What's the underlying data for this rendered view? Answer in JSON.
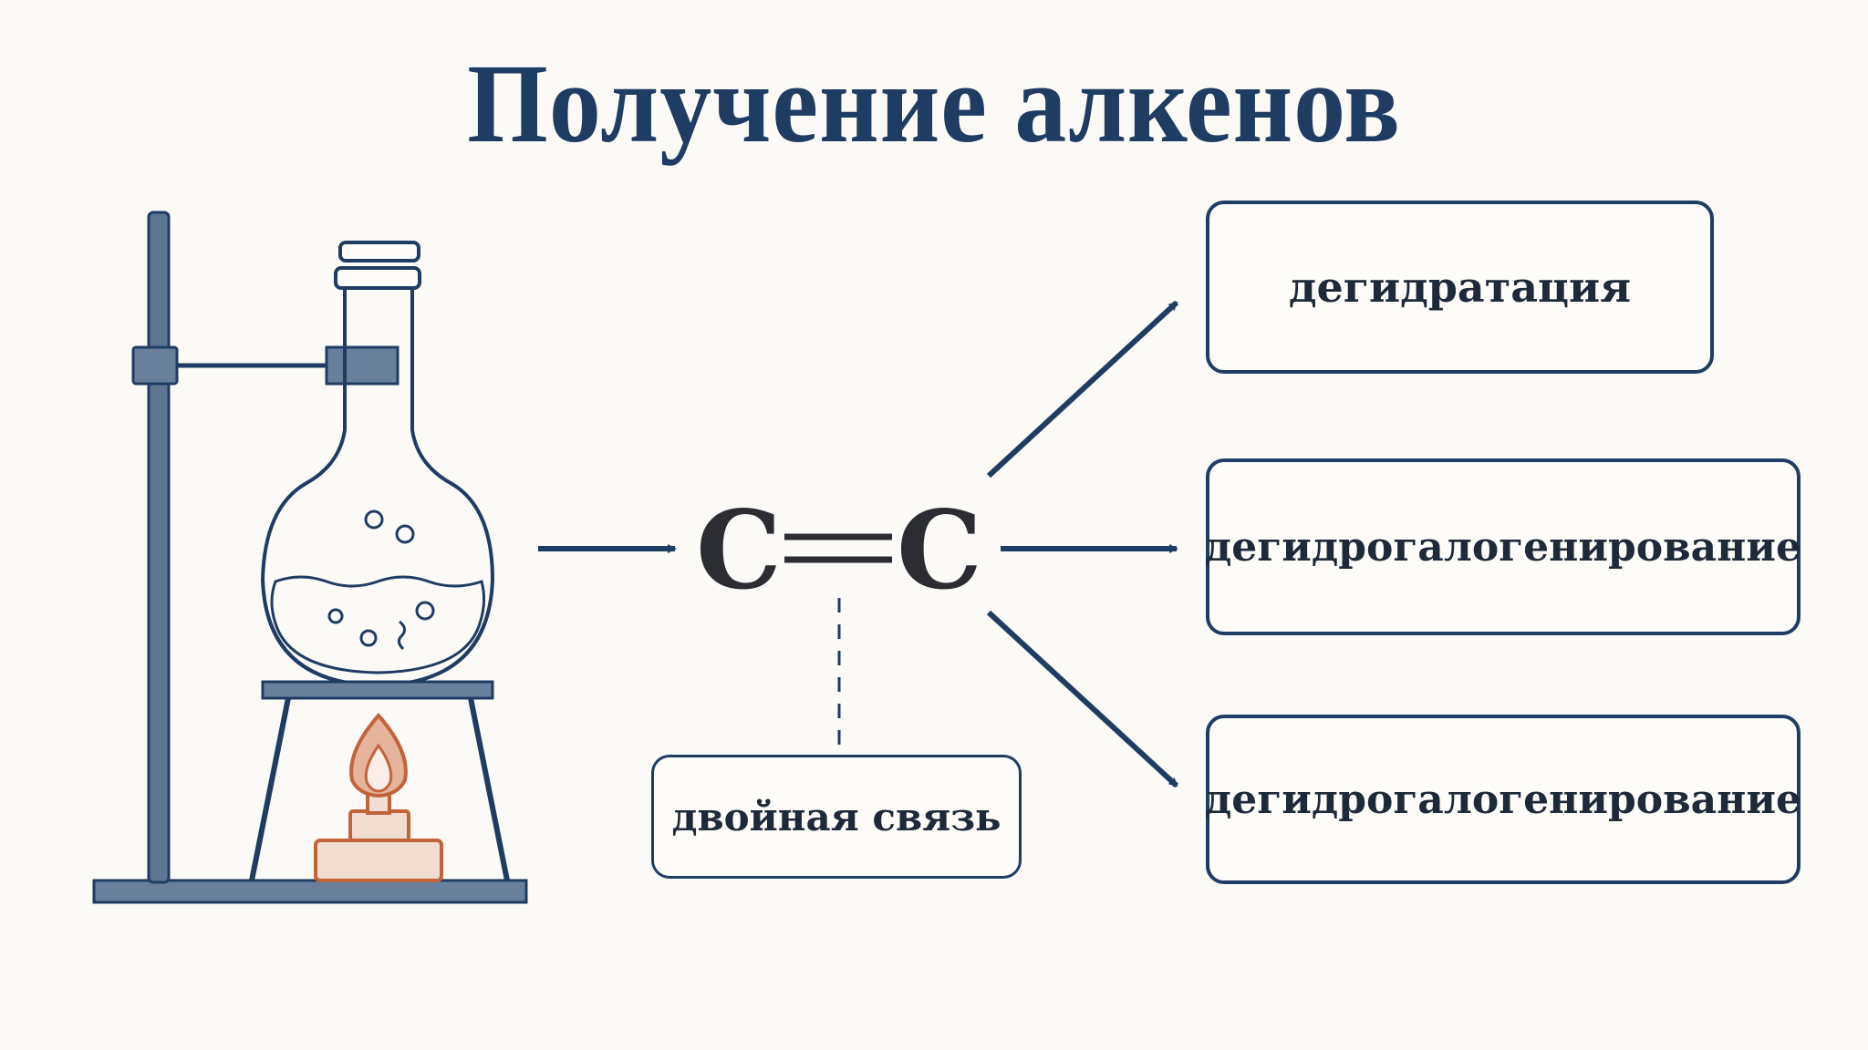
{
  "title": "Получение алкенов",
  "molecule": {
    "atom_left": "C",
    "atom_right": "C",
    "bond_label": "двойная связь"
  },
  "methods": [
    "дегидратация",
    "дегидрогалогенирование",
    "дегидрогалогенирование"
  ],
  "colors": {
    "primary": "#1f3c63",
    "text": "#1e2a3a",
    "flame": "#c1643c",
    "stand": "#5f7594",
    "background": "#fcfaf6"
  }
}
